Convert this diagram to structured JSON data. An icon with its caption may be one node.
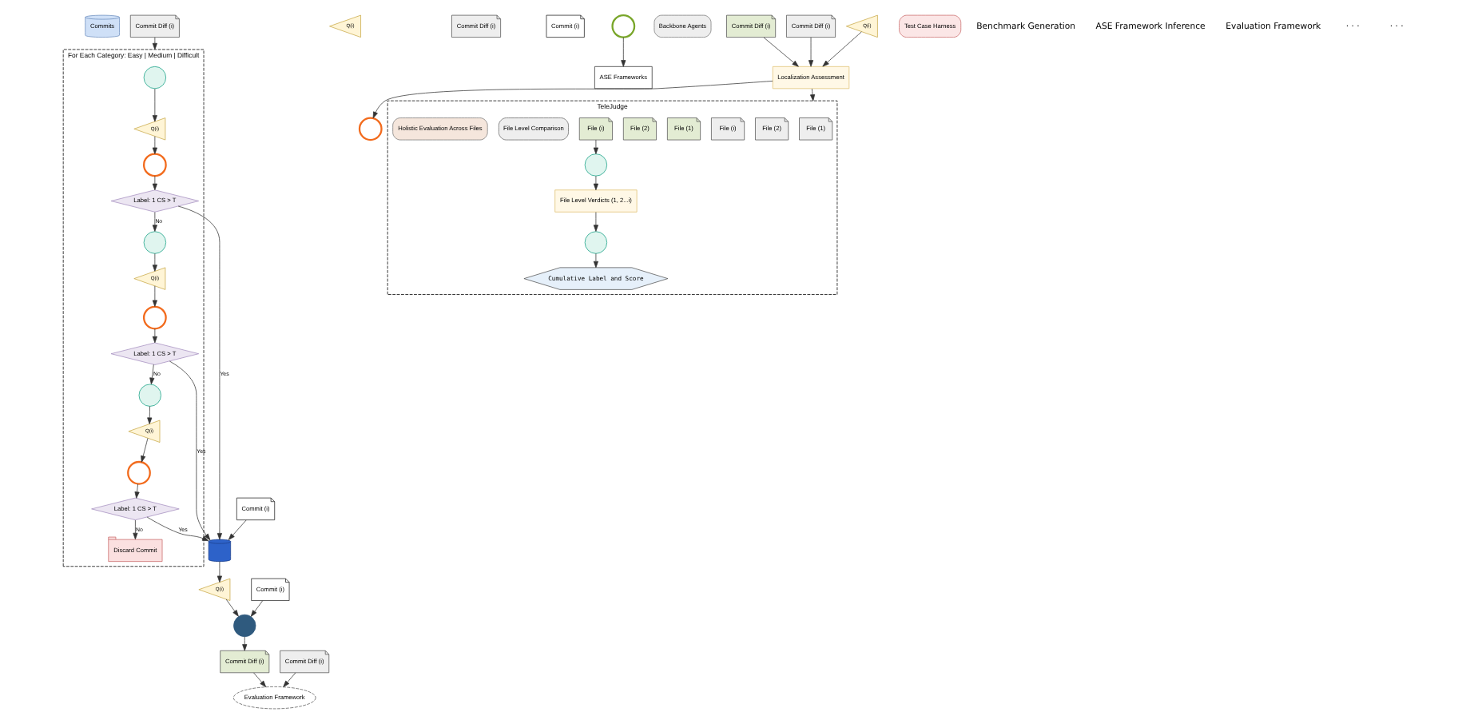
{
  "diagram": {
    "nodes": [
      {
        "text": [
          "Commits"
        ]
      },
      {
        "text": [
          "Commit Diff (i)"
        ]
      },
      {
        "text": [
          "Commit (i)"
        ]
      },
      {
        "text": [
          "For Each Category: Easy | Medium | Difficult"
        ]
      },
      {
        "text": [],
        "shape": "brain",
        "in": 3
      },
      {
        "text": [
          "Q(i)"
        ],
        "in": 3
      },
      {
        "text": [],
        "shape": "circle",
        "in": 3
      },
      {
        "text": [
          "Label: 1 CS > T"
        ],
        "in": 3
      },
      {
        "text": [],
        "shape": "brain",
        "in": 3
      },
      {
        "text": [
          "Q(i)"
        ],
        "in": 3
      },
      {
        "text": [],
        "shape": "circle",
        "in": 3
      },
      {
        "text": [
          "Label: 1 CS > T"
        ],
        "in": 3
      },
      {
        "text": [],
        "shape": "brain",
        "in": 3
      },
      {
        "text": [
          "Q(i)"
        ],
        "in": 3
      },
      {
        "text": [],
        "shape": "circle",
        "in": 3
      },
      {
        "text": [
          "Label: 1 CS > T"
        ],
        "in": 3
      },
      {
        "text": [
          "Discard Commit"
        ],
        "in": 3
      },
      {
        "text": [],
        "shape": "cylinder"
      },
      {
        "text": [
          "Q(i)"
        ]
      },
      {
        "text": [
          "Commit Diff (i)"
        ]
      },
      {
        "text": [
          "Commit (i)"
        ]
      },
      {
        "text": [
          "Q(i)"
        ]
      },
      {
        "text": [
          "Commit (i)"
        ]
      },
      {
        "text": [
          "Commit Diff (i)"
        ]
      },
      {
        "text": [],
        "shape": "circle"
      },
      {
        "text": [
          "Commit Diff (i)"
        ]
      },
      {
        "text": [
          "ASE Frameworks"
        ]
      },
      {
        "text": [
          "Evaluation Framework"
        ]
      },
      {
        "text": [
          "Backbone Agents"
        ]
      },
      {
        "text": [],
        "shape": "circle"
      },
      {
        "text": [
          "Commit Diff (i)"
        ]
      },
      {
        "text": [
          "Commit Diff (i)"
        ]
      },
      {
        "text": [
          "Q(i)"
        ]
      },
      {
        "text": [
          "Localization Assessment"
        ]
      },
      {
        "text": [
          "Test Case Harness"
        ]
      },
      {
        "text": [],
        "shape": "circle"
      },
      {
        "text": [
          "TeleJudge"
        ]
      },
      {
        "text": [
          "File (1)"
        ],
        "in": 36
      },
      {
        "text": [
          "File (2)"
        ],
        "in": 36
      },
      {
        "text": [
          "File (i)"
        ],
        "in": 36
      },
      {
        "text": [
          "File (1)"
        ],
        "in": 36
      },
      {
        "text": [
          "File (2)"
        ],
        "in": 36
      },
      {
        "text": [
          "File (i)"
        ],
        "in": 36
      },
      {
        "text": [
          "File Level Comparison"
        ],
        "in": 36
      },
      {
        "text": [],
        "shape": "brain",
        "in": 36
      },
      {
        "text": [
          "File Level Verdicts (1, 2...i)"
        ],
        "in": 36
      },
      {
        "text": [
          "Holistic Evaluation Across Files"
        ],
        "in": 36
      },
      {
        "text": [],
        "shape": "brain",
        "in": 36
      },
      {
        "text": [
          "Cumulative Label and Score"
        ],
        "in": 36
      }
    ],
    "edges": [
      {
        "from": 1,
        "to": 3,
        "arrow": "to"
      },
      {
        "from": 2,
        "to": 17,
        "arrow": "to"
      },
      {
        "from": 4,
        "to": 5,
        "arrow": "to"
      },
      {
        "from": 5,
        "to": 6,
        "arrow": "to"
      },
      {
        "from": 6,
        "to": 7,
        "arrow": "to"
      },
      {
        "from": 7,
        "to": 8,
        "arrow": "to",
        "label": "No"
      },
      {
        "from": 7,
        "to": 17,
        "arrow": "to",
        "label": "Yes"
      },
      {
        "from": 8,
        "to": 9,
        "arrow": "to"
      },
      {
        "from": 9,
        "to": 10,
        "arrow": "to"
      },
      {
        "from": 10,
        "to": 11,
        "arrow": "to"
      },
      {
        "from": 11,
        "to": 12,
        "arrow": "to",
        "label": "No"
      },
      {
        "from": 11,
        "to": 17,
        "arrow": "to",
        "label": "Yes"
      },
      {
        "from": 12,
        "to": 13,
        "arrow": "to"
      },
      {
        "from": 13,
        "to": 14,
        "arrow": "to"
      },
      {
        "from": 14,
        "to": 15,
        "arrow": "to"
      },
      {
        "from": 15,
        "to": 16,
        "arrow": "to",
        "label": "No"
      },
      {
        "from": 15,
        "to": 17,
        "arrow": "to",
        "label": "Yes"
      },
      {
        "from": 17,
        "to": 21,
        "arrow": "to"
      },
      {
        "from": 21,
        "to": 24,
        "arrow": "to"
      },
      {
        "from": 22,
        "to": 24,
        "arrow": "to"
      },
      {
        "from": 23,
        "to": 27,
        "arrow": "to"
      },
      {
        "from": 24,
        "to": 25,
        "arrow": "to"
      },
      {
        "from": 25,
        "to": 27,
        "arrow": "to"
      },
      {
        "from": 29,
        "to": 26,
        "arrow": "to"
      },
      {
        "from": 30,
        "to": 33,
        "arrow": "to"
      },
      {
        "from": 31,
        "to": 33,
        "arrow": "to"
      },
      {
        "from": 32,
        "to": 33,
        "arrow": "to"
      },
      {
        "from": 33,
        "to": 35,
        "arrow": "to"
      },
      {
        "from": 33,
        "to": 36,
        "arrow": "to"
      },
      {
        "from": 42,
        "to": 44,
        "arrow": "to"
      },
      {
        "from": 44,
        "to": 45,
        "arrow": "to"
      },
      {
        "from": 45,
        "to": 47,
        "arrow": "to"
      },
      {
        "from": 47,
        "to": 48,
        "arrow": "to"
      }
    ],
    "labels": [
      "Benchmark Generation",
      "ASE Framework Inference",
      "Evaluation Framework",
      "· · ·",
      "· · ·"
    ]
  }
}
